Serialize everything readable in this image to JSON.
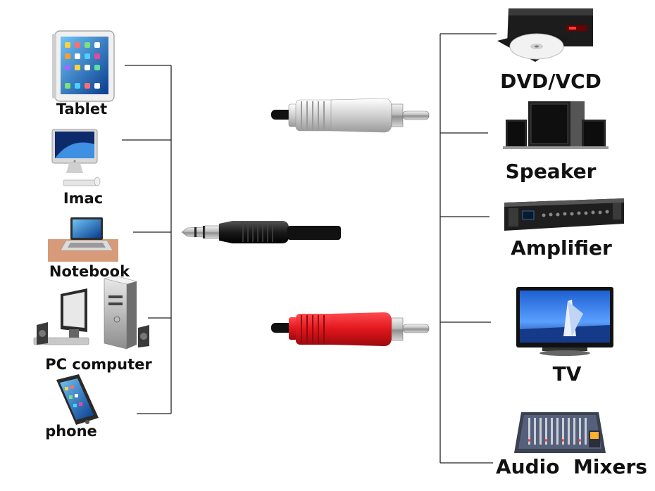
{
  "left_devices": [
    {
      "label": "Tablet",
      "icon": "tablet-icon"
    },
    {
      "label": "Imac",
      "icon": "imac-icon"
    },
    {
      "label": "Notebook",
      "icon": "notebook-icon"
    },
    {
      "label": "PC computer",
      "icon": "pc-computer-icon"
    },
    {
      "label": "phone",
      "icon": "phone-icon"
    }
  ],
  "right_devices": [
    {
      "label": "DVD/VCD",
      "icon": "dvd-player-icon"
    },
    {
      "label": "Speaker",
      "icon": "speaker-icon"
    },
    {
      "label": "Amplifier",
      "icon": "amplifier-icon"
    },
    {
      "label": "TV",
      "icon": "tv-icon"
    },
    {
      "label": "Audio  Mixers",
      "icon": "audio-mixer-icon"
    }
  ],
  "connectors": [
    {
      "name": "rca-white",
      "color": "#d9d9d9"
    },
    {
      "name": "jack-3.5mm",
      "color": "#1a1a1a"
    },
    {
      "name": "rca-red",
      "color": "#e0161c"
    }
  ]
}
